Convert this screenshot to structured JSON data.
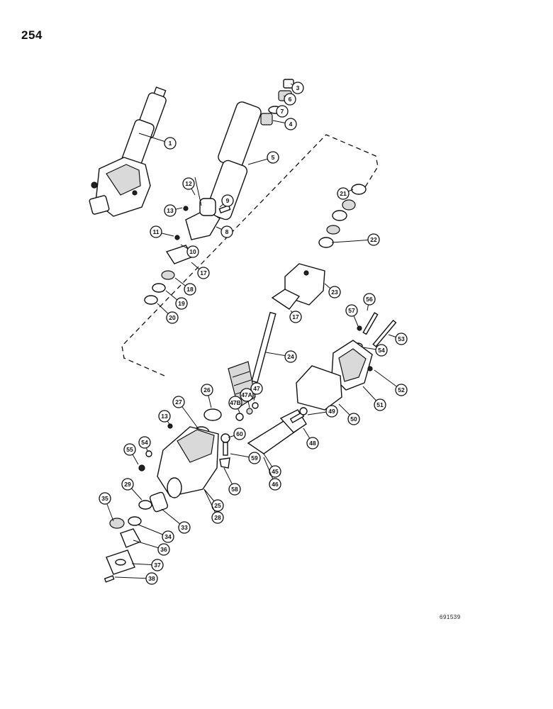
{
  "page": {
    "number": "254",
    "figure_code": "691539"
  },
  "callouts": [
    {
      "label": "1"
    },
    {
      "label": "3"
    },
    {
      "label": "6"
    },
    {
      "label": "7"
    },
    {
      "label": "4"
    },
    {
      "label": "5"
    },
    {
      "label": "12"
    },
    {
      "label": "9"
    },
    {
      "label": "13"
    },
    {
      "label": "8"
    },
    {
      "label": "11"
    },
    {
      "label": "10"
    },
    {
      "label": "17"
    },
    {
      "label": "18"
    },
    {
      "label": "19"
    },
    {
      "label": "20"
    },
    {
      "label": "21"
    },
    {
      "label": "22"
    },
    {
      "label": "23"
    },
    {
      "label": "17"
    },
    {
      "label": "56"
    },
    {
      "label": "57"
    },
    {
      "label": "53"
    },
    {
      "label": "54"
    },
    {
      "label": "24"
    },
    {
      "label": "52"
    },
    {
      "label": "51"
    },
    {
      "label": "26"
    },
    {
      "label": "47"
    },
    {
      "label": "47B"
    },
    {
      "label": "47A"
    },
    {
      "label": "50"
    },
    {
      "label": "27"
    },
    {
      "label": "49"
    },
    {
      "label": "13"
    },
    {
      "label": "60"
    },
    {
      "label": "48"
    },
    {
      "label": "54"
    },
    {
      "label": "55"
    },
    {
      "label": "59"
    },
    {
      "label": "45"
    },
    {
      "label": "46"
    },
    {
      "label": "58"
    },
    {
      "label": "29"
    },
    {
      "label": "25"
    },
    {
      "label": "28"
    },
    {
      "label": "35"
    },
    {
      "label": "33"
    },
    {
      "label": "34"
    },
    {
      "label": "36"
    },
    {
      "label": "37"
    },
    {
      "label": "38"
    }
  ]
}
